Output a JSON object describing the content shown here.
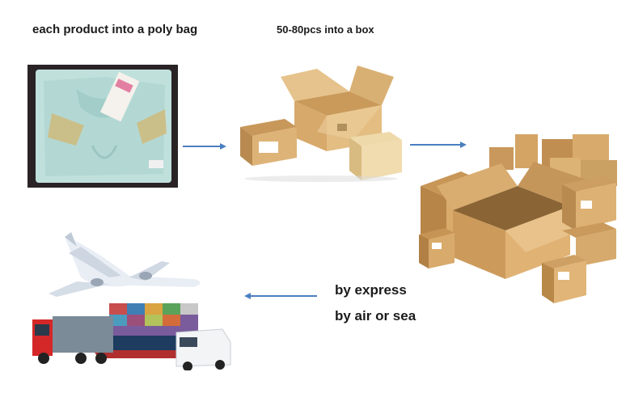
{
  "steps": {
    "bag_label": "each product into a poly bag",
    "box_label": "50-80pcs into a box",
    "ship_label_1": "by express",
    "ship_label_2": "by air or sea"
  },
  "colors": {
    "arrow": "#4a7fc1",
    "cardboard": "#d2a86a",
    "garment": "#a9d3cf",
    "text": "#1b1b1b"
  },
  "icons": {
    "flow_arrow": "arrow-right-icon",
    "return_arrow": "arrow-left-icon"
  }
}
